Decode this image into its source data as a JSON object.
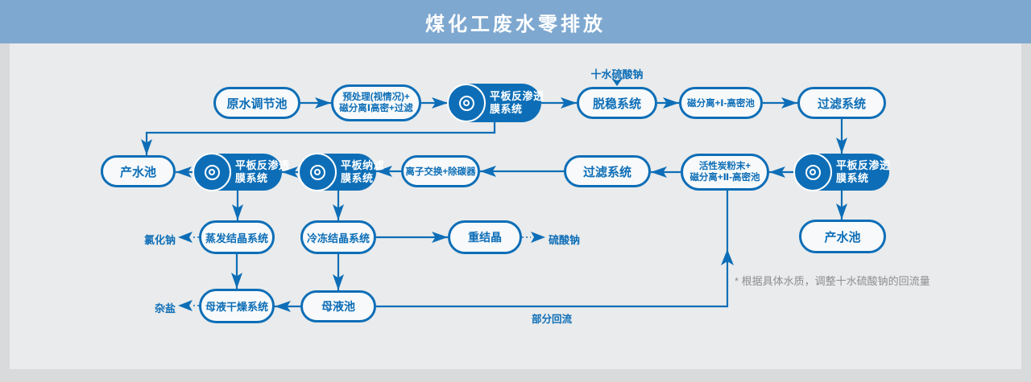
{
  "header": {
    "title": "煤化工废水零排放"
  },
  "nodes": {
    "raw_pool": "原水调节池",
    "pretreat_line1": "预处理(视情况)+",
    "pretreat_line2": "磁分离Ⅰ高密+过滤",
    "ro_line1": "平板反渗透",
    "ro_line2": "膜系统",
    "destab": "脱稳系统",
    "magsep1": "磁分离+Ⅰ-高密池",
    "filter_system": "过滤系统",
    "carbon_line1": "活性炭粉末+",
    "carbon_line2": "磁分离+Ⅱ-高密池",
    "ion_exchange": "离子交换+除碳器",
    "nf_line1": "平板纳滤",
    "nf_line2": "膜系统",
    "product_pool": "产水池",
    "evaporation": "蒸发结晶系统",
    "freezing": "冷冻结晶系统",
    "recrystallization": "重结晶",
    "mother_drying": "母液干燥系统",
    "mother_pool": "母液池"
  },
  "labels": {
    "sodium_sulfate_decahydrate": "十水硫酸钠",
    "sodium_chloride": "氯化钠",
    "sodium_sulfate": "硫酸钠",
    "mixed_salt": "杂盐",
    "partial_reflux": "部分回流",
    "note": "* 根据具体水质，调整十水硫酸钠的回流量"
  },
  "colors": {
    "primary_blue": "#0d6eb7",
    "header_bg": "#7ea8d0",
    "canvas_bg": "#e9ebec",
    "page_bg": "#d8dadc",
    "outline_node_fill": "#f7f9fa",
    "note_gray": "#8d8d8f"
  }
}
